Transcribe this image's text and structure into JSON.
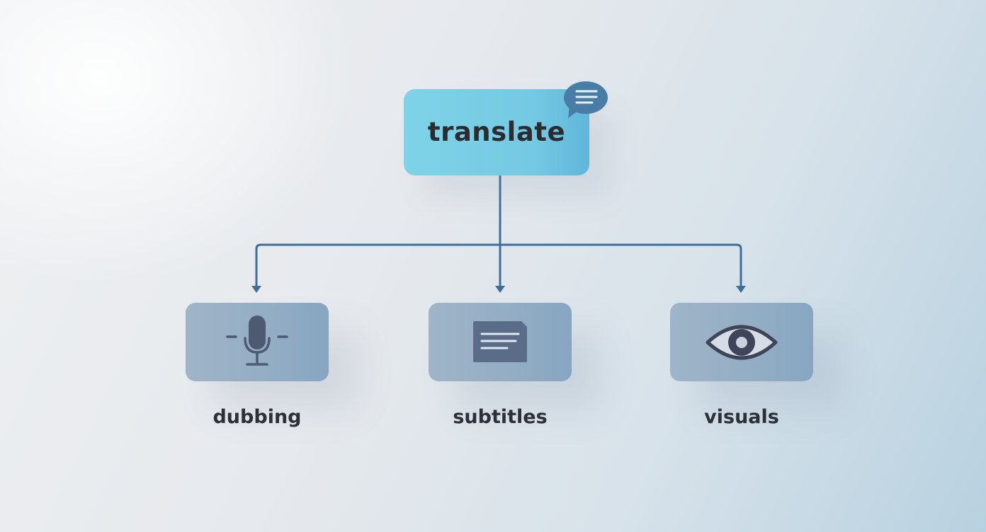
{
  "diagram": {
    "type": "tree",
    "root": {
      "label": "translate",
      "icon": "chat-bubble-icon",
      "color": "#74c9e3"
    },
    "children": [
      {
        "label": "dubbing",
        "icon": "microphone-icon"
      },
      {
        "label": "subtitles",
        "icon": "subtitles-document-icon"
      },
      {
        "label": "visuals",
        "icon": "eye-icon"
      }
    ],
    "colors": {
      "connector": "#3e6f9a",
      "child_box": "#93adc4",
      "icon": "#4e5a72",
      "text": "#2e3038"
    }
  }
}
